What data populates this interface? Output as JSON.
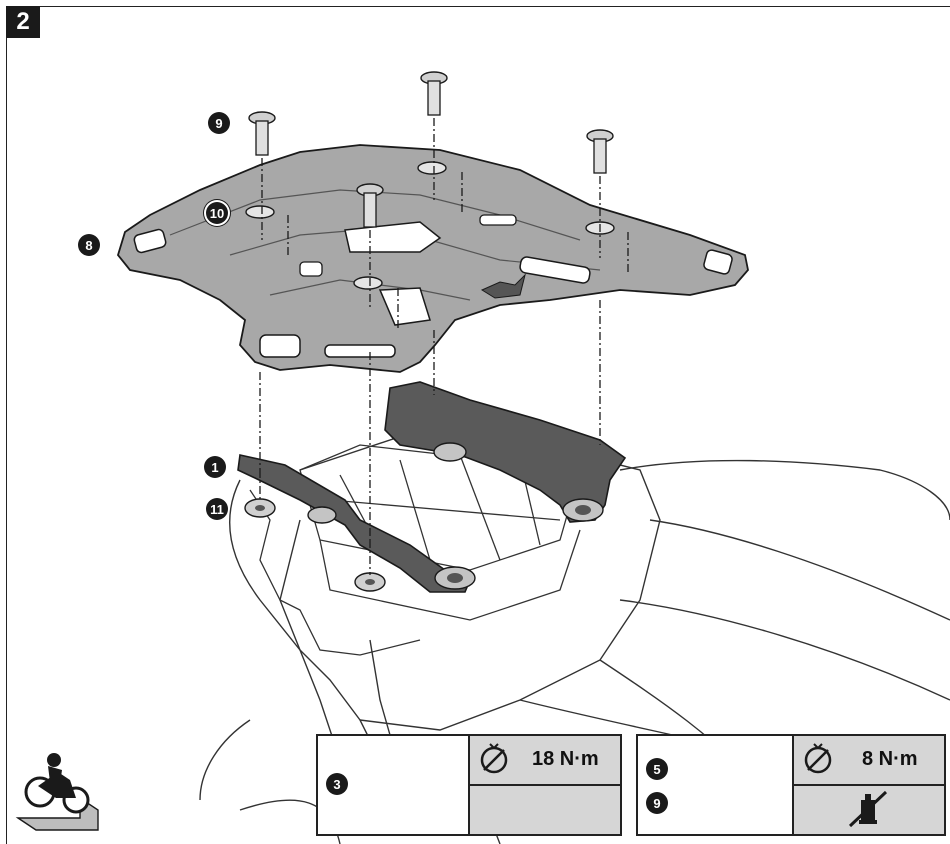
{
  "step": {
    "number": "2"
  },
  "callouts": [
    {
      "id": "c9",
      "label": "9"
    },
    {
      "id": "c10",
      "label": "10"
    },
    {
      "id": "c8",
      "label": "8"
    },
    {
      "id": "c1",
      "label": "1"
    },
    {
      "id": "c11",
      "label": "11"
    }
  ],
  "torque_left": {
    "part_label": "3",
    "torque": "18 N·m"
  },
  "torque_right": {
    "part_labels": [
      "5",
      "9"
    ],
    "torque": "8 N·m"
  },
  "icons": {
    "torque": "torque-wrench-icon",
    "no_threadlock": "no-threadlocker-icon",
    "motorcycle": "motorcycle-on-stand-icon"
  },
  "colors": {
    "ink": "#1a1a1a",
    "plate": "#9a9a9a",
    "bracket": "#5a5a5a",
    "panel": "#d6d6d6"
  }
}
